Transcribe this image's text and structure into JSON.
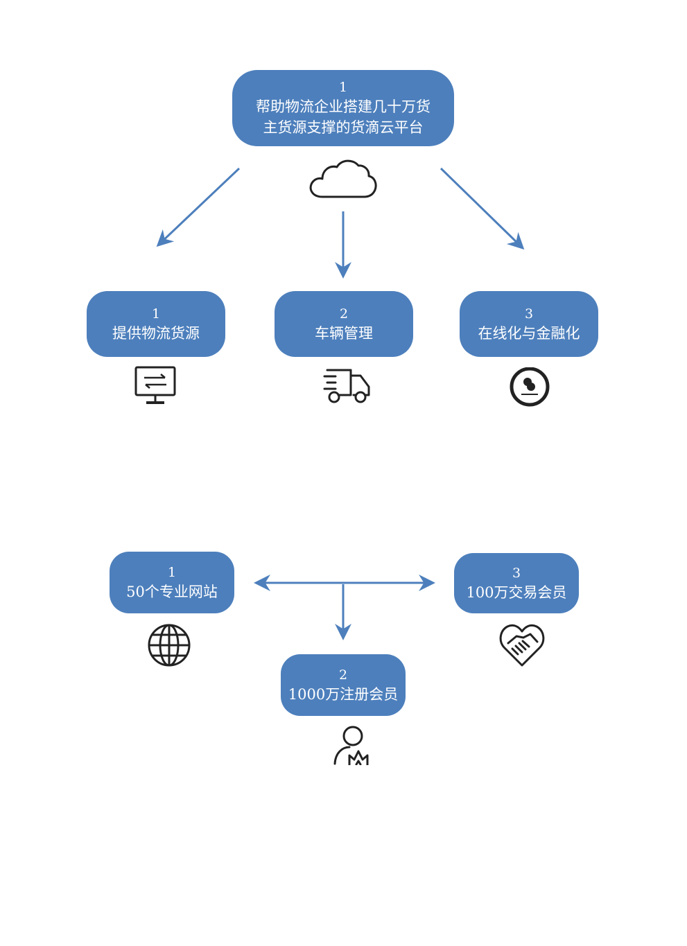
{
  "colors": {
    "node_fill": "#4d7fbc",
    "arrow": "#4d7fbc",
    "icon": "#222222"
  },
  "top_diagram": {
    "root": {
      "number": "1",
      "line1": "帮助物流企业搭建几十万货",
      "line2": "主货源支撑的货滴云平台",
      "icon": "cloud-icon"
    },
    "children": [
      {
        "number": "1",
        "label": "提供物流货源",
        "icon": "monitor-exchange-icon"
      },
      {
        "number": "2",
        "label": "车辆管理",
        "icon": "delivery-truck-icon"
      },
      {
        "number": "3",
        "label": "在线化与金融化",
        "icon": "finance-coin-icon"
      }
    ]
  },
  "bottom_diagram": {
    "nodes": [
      {
        "number": "1",
        "label": "50个专业网站",
        "icon": "globe-icon"
      },
      {
        "number": "2",
        "label": "1000万注册会员",
        "icon": "member-icon"
      },
      {
        "number": "3",
        "label": "100万交易会员",
        "icon": "handshake-heart-icon"
      }
    ]
  }
}
